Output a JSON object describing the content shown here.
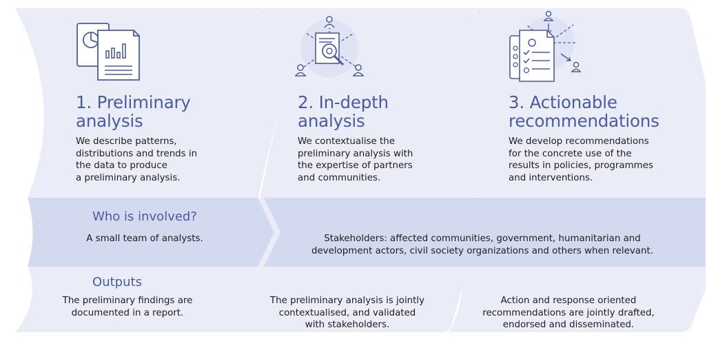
{
  "steps": [
    {
      "title_lines": [
        "1. Preliminary",
        "analysis"
      ],
      "description_lines": [
        "We describe patterns,",
        "distributions and trends in",
        "the data to produce",
        "a preliminary analysis."
      ],
      "icon": "report-chart-icon"
    },
    {
      "title_lines": [
        "2. In-depth",
        "analysis"
      ],
      "description_lines": [
        "We contextualise the",
        "preliminary analysis with",
        "the expertise of partners",
        "and communities."
      ],
      "icon": "magnify-network-icon"
    },
    {
      "title_lines": [
        "3. Actionable",
        "recommendations"
      ],
      "description_lines": [
        "We develop recommendations",
        "for the concrete use of the",
        "results in policies, programmes",
        "and interventions."
      ],
      "icon": "checklist-network-icon"
    }
  ],
  "involved": {
    "heading": "Who is involved?",
    "team_text": "A small team of analysts.",
    "stakeholders_lines": [
      "Stakeholders: affected communities, government, humanitarian and",
      "development actors, civil society organizations and others when relevant."
    ]
  },
  "outputs": {
    "heading": "Outputs",
    "items": [
      {
        "lines": [
          "The preliminary findings are",
          "documented in a report."
        ]
      },
      {
        "lines": [
          "The preliminary analysis is jointly",
          "contextualised, and validated",
          "with stakeholders."
        ]
      },
      {
        "lines": [
          "Action and response oriented",
          "recommendations are jointly drafted,",
          "endorsed and disseminated."
        ]
      }
    ]
  },
  "colors": {
    "chevron_fill": "#eaedf7",
    "band_fill": "#d3d9ef",
    "accent": "#4a5ba2",
    "icon_circle": "#dfe3f3"
  }
}
